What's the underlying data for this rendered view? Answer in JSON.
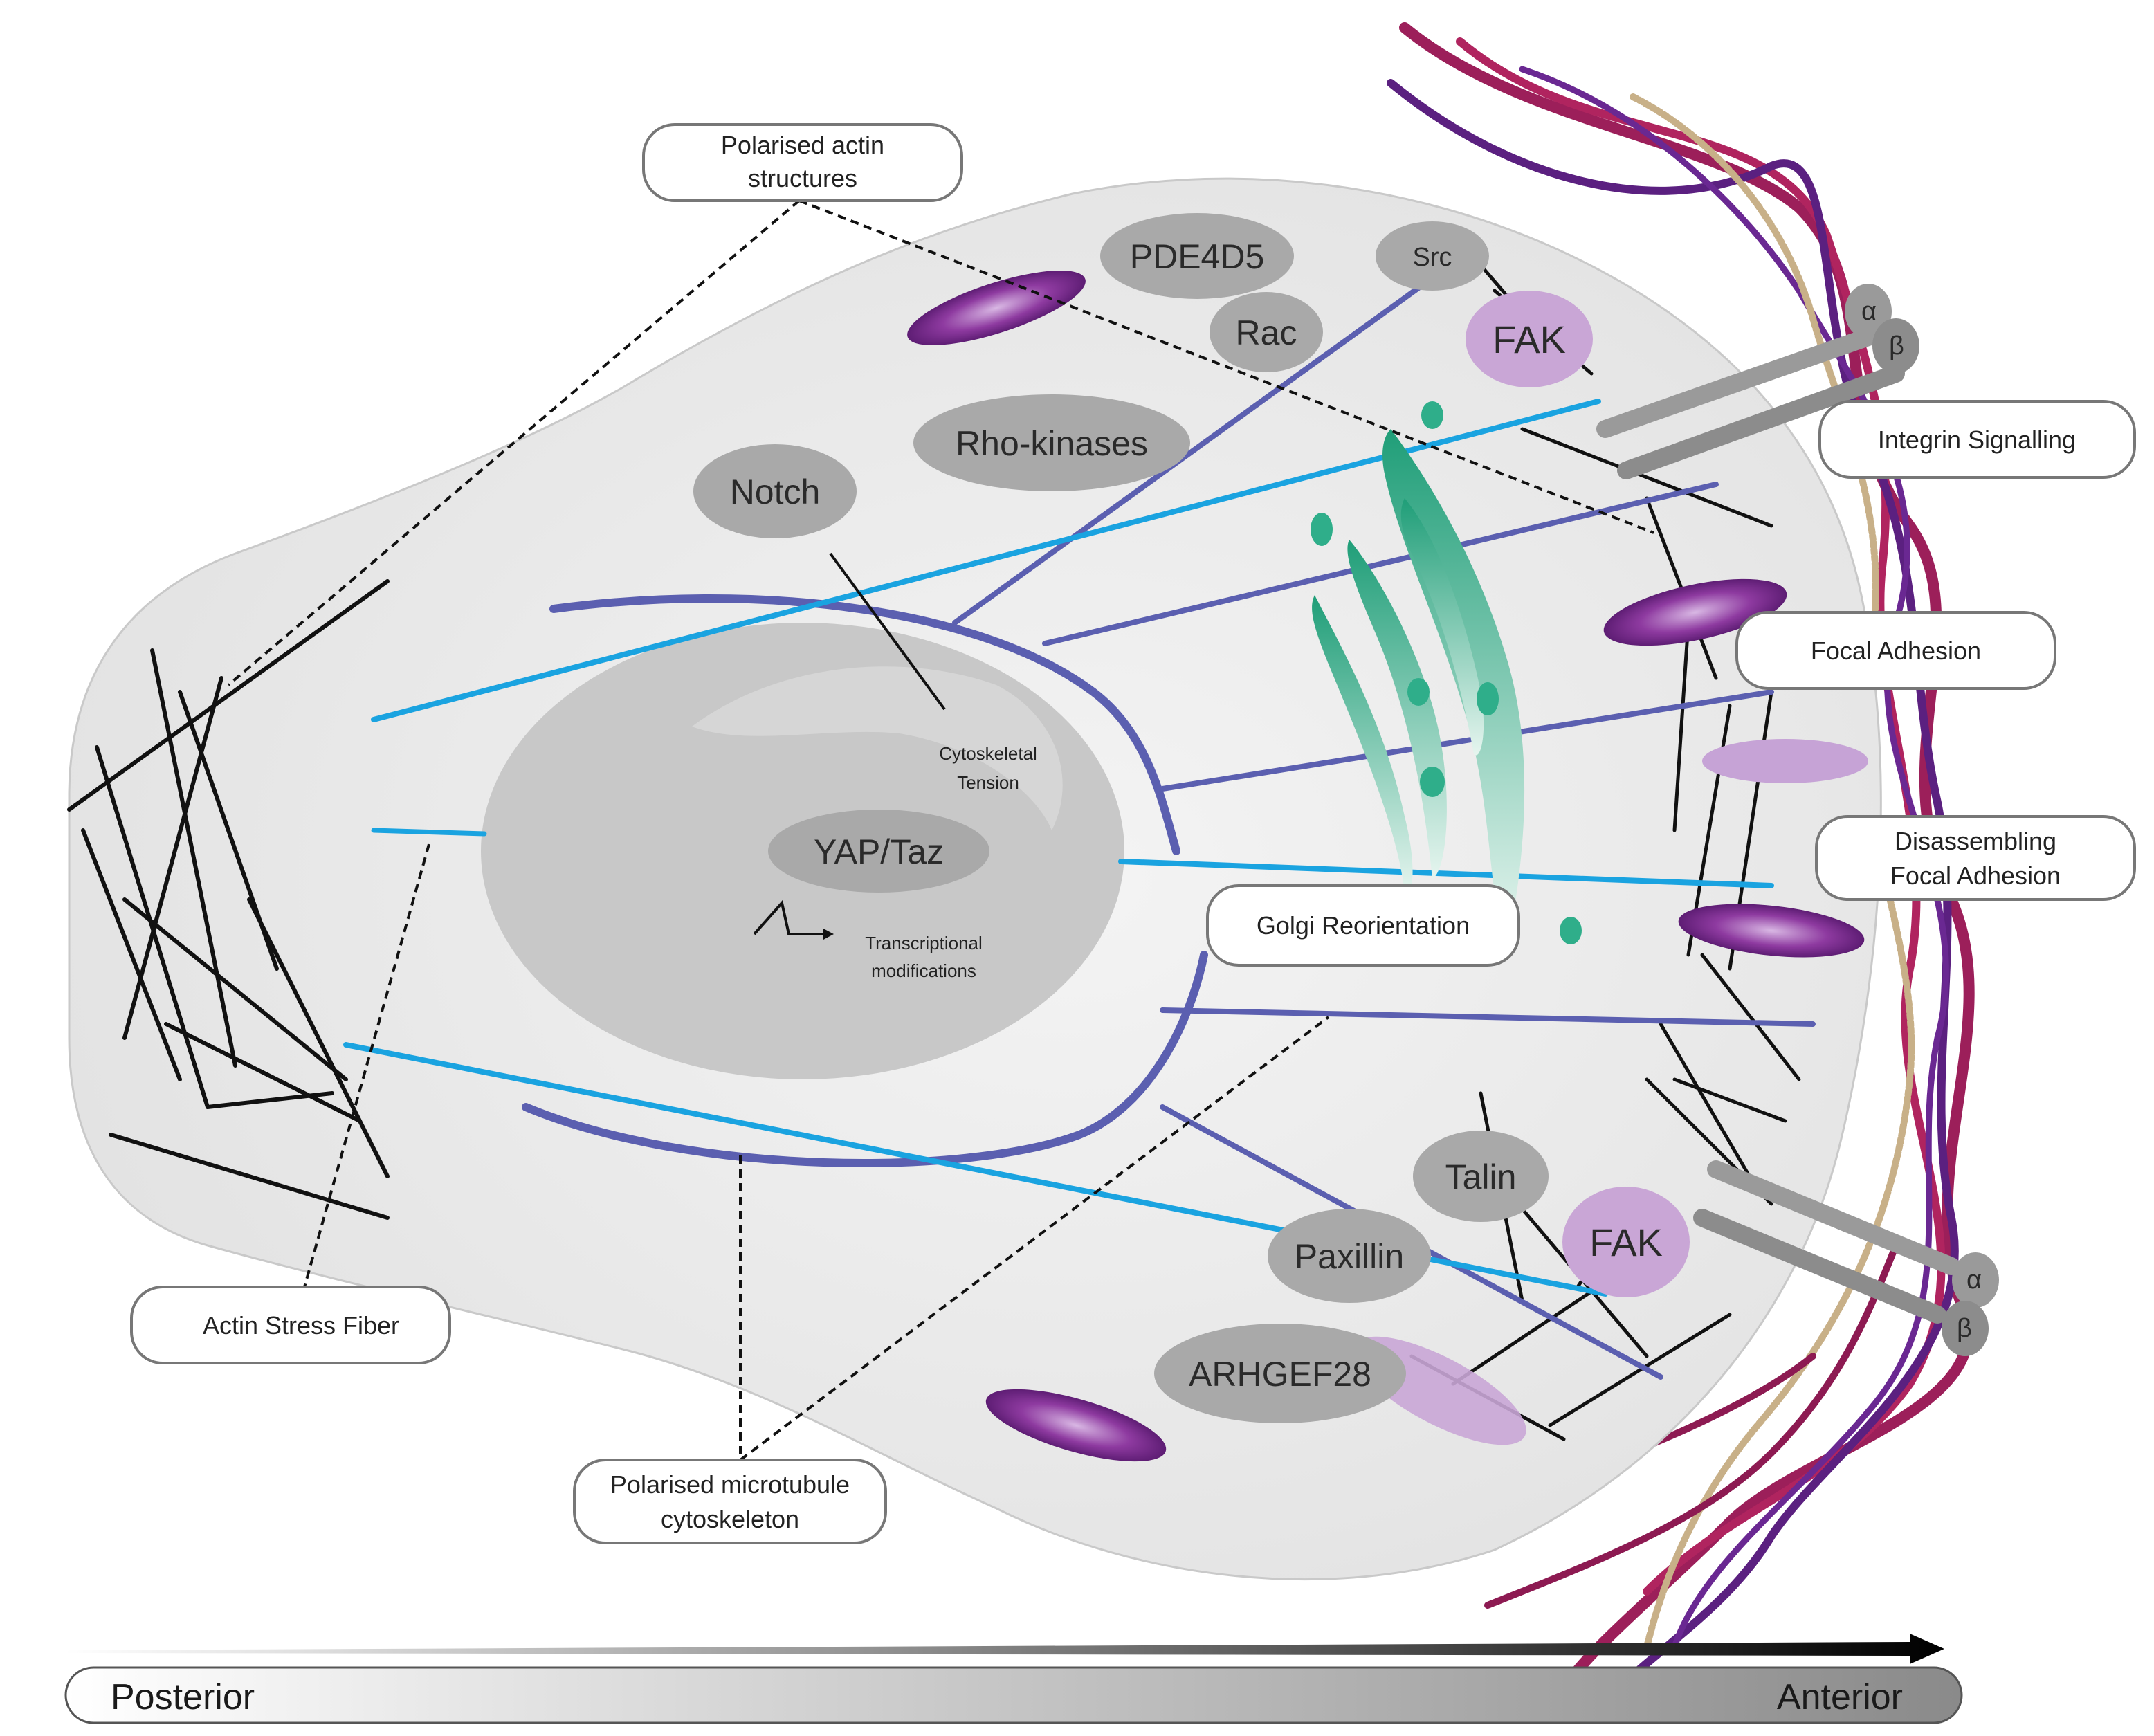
{
  "callouts": {
    "polarised_actin": [
      "Polarised actin",
      "structures"
    ],
    "integrin_signalling": "Integrin Signalling",
    "focal_adhesion": "Focal Adhesion",
    "disassembling_fa": [
      "Disassembling",
      "Focal Adhesion"
    ],
    "golgi_reorientation": "Golgi Reorientation",
    "actin_stress_fiber": "Actin Stress Fiber",
    "polarised_microtubule": [
      "Polarised microtubule",
      "cytoskeleton"
    ]
  },
  "molecules": {
    "pde4d5": "PDE4D5",
    "src": "Src",
    "rac": "Rac",
    "fak_top": "FAK",
    "rho_kinases": "Rho-kinases",
    "notch": "Notch",
    "yap_taz": "YAP/Taz",
    "talin": "Talin",
    "fak_bottom": "FAK",
    "paxillin": "Paxillin",
    "arhgef28": "ARHGEF28"
  },
  "nucleus_labels": {
    "cytoskeletal_tension": [
      "Cytoskeletal",
      "Tension"
    ],
    "transcriptional": [
      "Transcriptional",
      "modifications"
    ]
  },
  "integrin_subunits": {
    "alpha": "α",
    "beta": "β"
  },
  "axis": {
    "left": "Posterior",
    "right": "Anterior"
  },
  "colors": {
    "cell": "#eeeeee",
    "nucleus": "#c8c8c8",
    "molecule": "#a9a9a9",
    "fak": "#c9a6d6",
    "microtubule": "#5b5fb0",
    "actin_cyan": "#1aa3e0",
    "golgi": "#2fae8a",
    "vesicle": "#7b2c8c",
    "ecm_magenta": "#9c1f5a",
    "ecm_purple": "#5b2080",
    "ecm_tan": "#c8b088"
  }
}
